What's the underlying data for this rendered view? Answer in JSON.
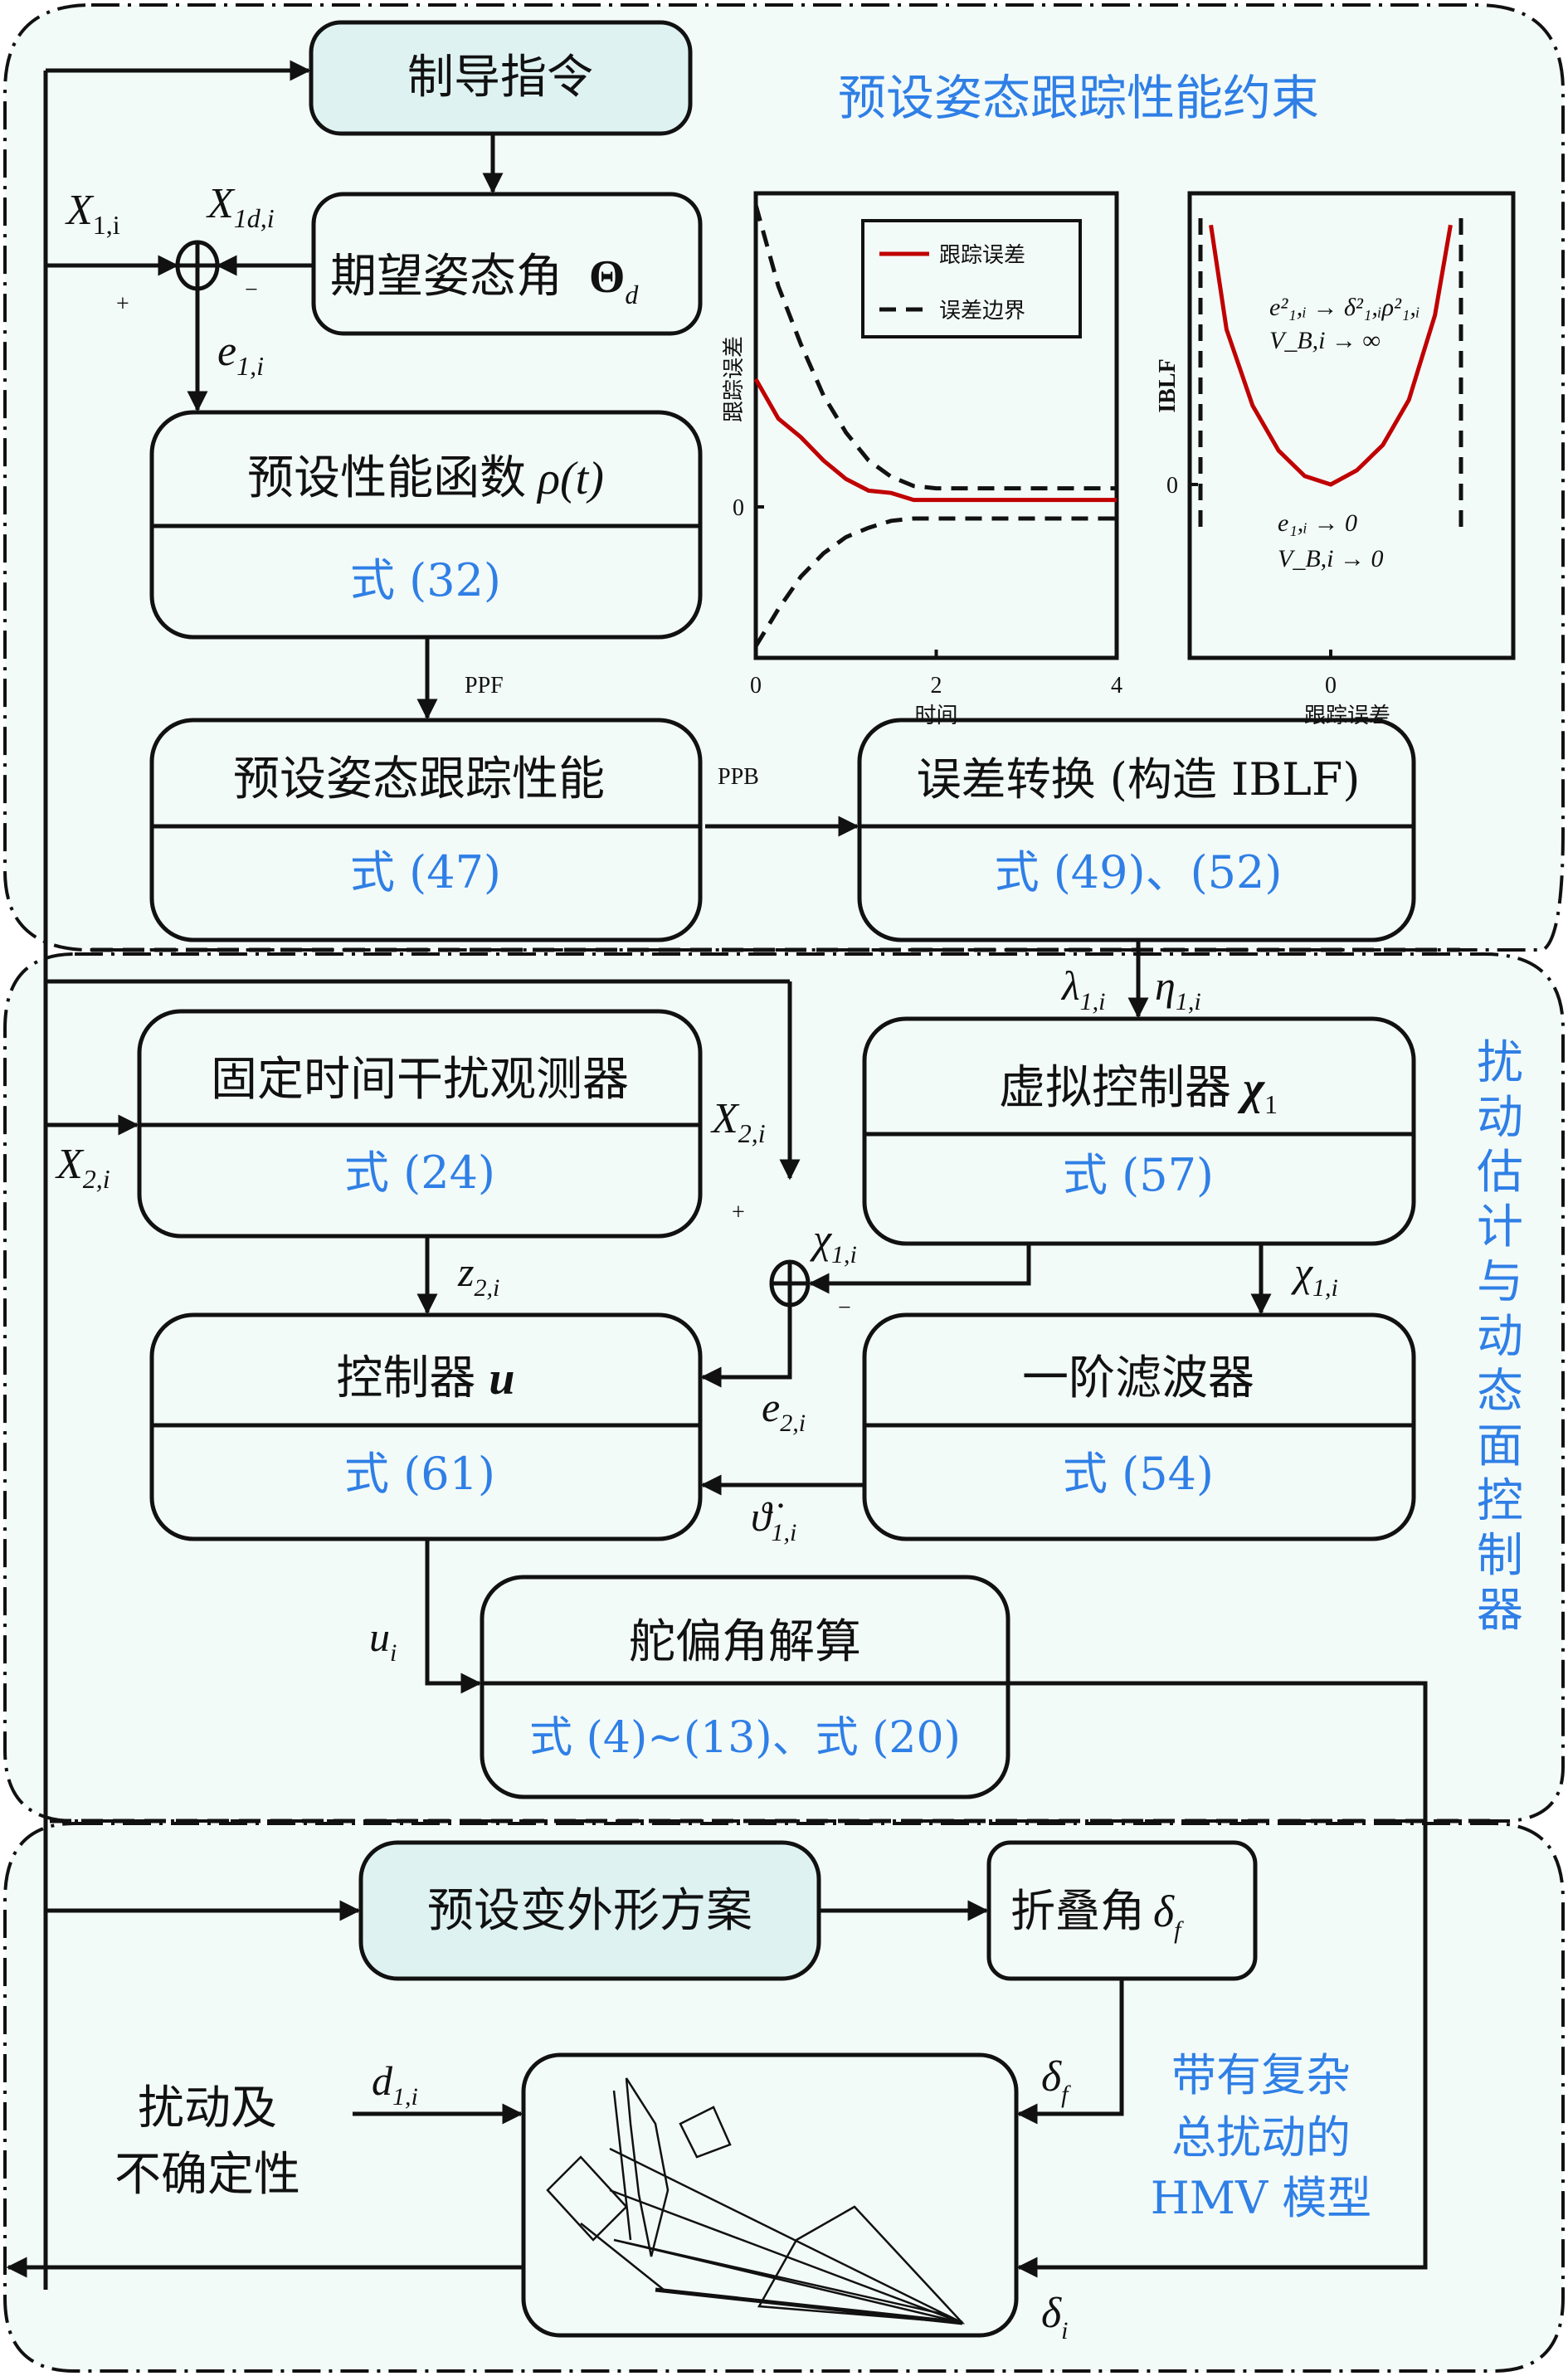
{
  "regions": {
    "top_title": "预设姿态跟踪性能约束",
    "middle_title_chars": [
      "扰",
      "动",
      "估",
      "计",
      "与",
      "动",
      "态",
      "面",
      "控",
      "制",
      "器"
    ],
    "hmv_caption": [
      "带有复杂",
      "总扰动的",
      "HMV 模型"
    ]
  },
  "blocks": {
    "guidance": {
      "label": "制导指令"
    },
    "desired_attitude": {
      "label": "期望姿态角",
      "symbol": "Θ",
      "sub": "d"
    },
    "ppf": {
      "label": "预设性能函数",
      "symbol": "ρ(t)",
      "eq": "式 (32)"
    },
    "ppb": {
      "label": "预设姿态跟踪性能",
      "eq": "式 (47)"
    },
    "iblf": {
      "label": "误差转换 (构造 IBLF)",
      "eq": "式 (49)、(52)"
    },
    "observer": {
      "label": "固定时间干扰观测器",
      "eq": "式 (24)"
    },
    "virtual_controller": {
      "label": "虚拟控制器",
      "symbol": "χ",
      "sub": "1",
      "eq": "式 (57)"
    },
    "controller": {
      "label": "控制器",
      "symbol": "u",
      "eq": "式 (61)"
    },
    "filter": {
      "label": "一阶滤波器",
      "eq": "式 (54)"
    },
    "rudder": {
      "label": "舵偏角解算",
      "eq": "式 (4)~(13)、式 (20)"
    },
    "morph": {
      "label": "预设变外形方案"
    },
    "fold": {
      "label": "折叠角",
      "symbol": "δ",
      "sub": "f"
    },
    "disturbance": {
      "label_lines": [
        "扰动及",
        "不确定性"
      ]
    }
  },
  "signals": {
    "x1": {
      "base": "X",
      "sub": "1,i"
    },
    "x1d": {
      "base": "X",
      "sub": "1d,i"
    },
    "e1": {
      "base": "e",
      "sub": "1,i"
    },
    "plus": "+",
    "minus": "−",
    "ppf": "PPF",
    "ppb": "PPB",
    "lambda": {
      "base": "λ",
      "sub": "1,i"
    },
    "eta": {
      "base": "η",
      "sub": "1,i"
    },
    "x2_in": {
      "base": "X",
      "sub": "2,i"
    },
    "x2_sum": {
      "base": "X",
      "sub": "2,i"
    },
    "chi_sum": {
      "base": "χ",
      "sub": "1,i"
    },
    "chi_filter": {
      "base": "χ",
      "sub": "1,i"
    },
    "z2": {
      "base": "z",
      "sub": "2,i"
    },
    "e2": {
      "base": "e",
      "sub": "2,i"
    },
    "theta_dot": {
      "base": "ϑ̇",
      "sub": "1,i"
    },
    "u": {
      "base": "u",
      "sub": "i"
    },
    "d1": {
      "base": "d",
      "sub": "1,i"
    },
    "delta_f": {
      "base": "δ",
      "sub": "f"
    },
    "delta_i": {
      "base": "δ",
      "sub": "i"
    }
  },
  "colors": {
    "accent_blue": "#2f7fe6",
    "error_red": "#c00000",
    "background": "#f3fbf9",
    "highlight_box": "#dff2f2"
  },
  "chart_data": [
    {
      "type": "line",
      "title": "",
      "xlabel": "时间",
      "ylabel": "跟踪误差",
      "xlim": [
        0,
        4
      ],
      "xticks": [
        "0",
        "2",
        "4"
      ],
      "yticks": [
        "0"
      ],
      "legend": {
        "position": "top-right",
        "entries": [
          "跟踪误差",
          "误差边界"
        ]
      },
      "series": [
        {
          "name": "跟踪误差",
          "style": "solid-red",
          "x": [
            0,
            0.25,
            0.5,
            0.75,
            1.0,
            1.25,
            1.5,
            1.75,
            2.0,
            3.0,
            4.0
          ],
          "y": [
            0.55,
            0.38,
            0.3,
            0.2,
            0.12,
            0.07,
            0.06,
            0.03,
            0.03,
            0.03,
            0.03
          ]
        },
        {
          "name": "误差边界 (upper)",
          "style": "dashed-black",
          "x": [
            0,
            0.25,
            0.5,
            0.75,
            1.0,
            1.25,
            1.5,
            1.75,
            2.0,
            3.0,
            4.0
          ],
          "y": [
            1.3,
            0.95,
            0.7,
            0.48,
            0.32,
            0.2,
            0.13,
            0.09,
            0.08,
            0.08,
            0.08
          ]
        },
        {
          "name": "误差边界 (lower)",
          "style": "dashed-black",
          "x": [
            0,
            0.25,
            0.5,
            0.75,
            1.0,
            1.25,
            1.5,
            1.75,
            2.0,
            3.0,
            4.0
          ],
          "y": [
            -0.6,
            -0.44,
            -0.3,
            -0.2,
            -0.13,
            -0.09,
            -0.06,
            -0.05,
            -0.05,
            -0.05,
            -0.05
          ]
        }
      ],
      "ylim": [
        -0.65,
        1.35
      ]
    },
    {
      "type": "line",
      "title": "",
      "xlabel": "跟踪误差",
      "ylabel": "IBLF",
      "xticks": [
        "0"
      ],
      "yticks": [
        "0"
      ],
      "xlim": [
        -1,
        1
      ],
      "ylim": [
        -0.3,
        1.0
      ],
      "series": [
        {
          "name": "IBLF",
          "style": "solid-red",
          "x": [
            -0.92,
            -0.8,
            -0.6,
            -0.4,
            -0.2,
            0,
            0.2,
            0.4,
            0.6,
            0.8,
            0.92
          ],
          "y": [
            0.92,
            0.55,
            0.28,
            0.12,
            0.03,
            0.0,
            0.05,
            0.14,
            0.3,
            0.6,
            0.92
          ]
        },
        {
          "name": "left barrier",
          "style": "dashed-black",
          "x": [
            -1,
            -1
          ],
          "y": [
            -0.15,
            0.95
          ]
        },
        {
          "name": "right barrier",
          "style": "dashed-black",
          "x": [
            1,
            1
          ],
          "y": [
            -0.15,
            0.95
          ]
        }
      ],
      "annotations": [
        "e²₁,ᵢ → δ²₁,ᵢρ²₁,ᵢ",
        "V_B,i → ∞",
        "e₁,ᵢ → 0",
        "V_B,i → 0"
      ]
    }
  ]
}
